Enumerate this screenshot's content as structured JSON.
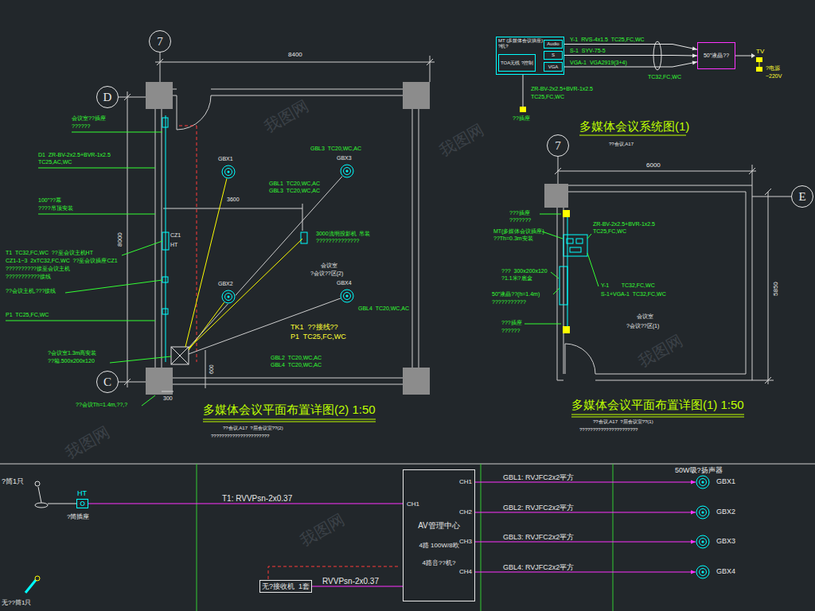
{
  "diagram": {
    "title": "多媒体会议平面布置详图(2) 1:50",
    "nodes": [
      {
        "text": [
          "7"
        ]
      },
      {
        "text": [
          "D"
        ]
      },
      {
        "text": [
          "C"
        ]
      },
      {
        "text": [
          "GBX1"
        ]
      },
      {
        "text": [
          "GBX3"
        ]
      },
      {
        "text": [
          "GBX2"
        ]
      },
      {
        "text": [
          "GBX4"
        ]
      },
      {
        "text": [
          "MT (多媒体会议插座)",
          "?机?"
        ]
      },
      {
        "text": [
          "Audio"
        ],
        "in": 7
      },
      {
        "text": [
          "S"
        ],
        "in": 7
      },
      {
        "text": [
          "VGA"
        ],
        "in": 7
      },
      {
        "text": [
          "TOA无线 ?控制"
        ],
        "in": 7
      },
      {
        "text": [
          "50\"液晶??"
        ]
      },
      {
        "text": [
          "7"
        ]
      },
      {
        "text": [
          "E"
        ]
      },
      {
        "text": [
          "HT"
        ]
      },
      {
        "text": [
          "CH1",
          "AV管理中心",
          "4路 100W/8欧",
          "4路音??机?",
          "CH1",
          "CH2",
          "CH3",
          "CH4"
        ]
      },
      {
        "text": [
          "无?接收机  1套"
        ]
      },
      {
        "text": [
          "GBX1"
        ]
      },
      {
        "text": [
          "GBX2"
        ]
      },
      {
        "text": [
          "GBX3"
        ]
      },
      {
        "text": [
          "GBX4"
        ]
      }
    ],
    "edges": [
      {
        "from": 8,
        "to": 12,
        "arrow": "to",
        "label": "Y-1  RVS-4x1.5  TC25,FC,WC"
      },
      {
        "from": 9,
        "to": 12,
        "arrow": "to",
        "label": "S-1  SYV-75-5"
      },
      {
        "from": 10,
        "to": 12,
        "arrow": "to",
        "label": "VGA-1  VGA2919(3+4)"
      },
      {
        "from": 15,
        "to": 16,
        "arrow": "none",
        "label": "T1: RVVPsn-2x0.37"
      },
      {
        "from": 17,
        "to": 16,
        "arrow": "none",
        "label": "RVVPsn-2x0.37"
      },
      {
        "from": 16,
        "to": 18,
        "arrow": "to",
        "label": "GBL1: RVJFC2x2平方"
      },
      {
        "from": 16,
        "to": 19,
        "arrow": "to",
        "label": "GBL2: RVJFC2x2平方"
      },
      {
        "from": 16,
        "to": 20,
        "arrow": "to",
        "label": "GBL3: RVJFC2x2平方"
      },
      {
        "from": 16,
        "to": 21,
        "arrow": "to",
        "label": "GBL4: RVJFC2x2平方"
      }
    ],
    "labels": [
      "8400",
      "会议室??插座",
      "??????",
      "D1  ZR-BV-2x2.5+BVR-1x2.5",
      "TC25,AC,WC",
      "100\"??幕",
      "????吊顶安装",
      "3600",
      "8000",
      "CZ1",
      "HT",
      "T1  TC32,FC,WC  ??至会议主机HT",
      "CZ1-1~3  2xTC32,FC,WC  ??至会议插座CZ1",
      "??????????接至会议主机",
      "???????????接线",
      "??会议主机,???接线",
      "P1  TC25,FC,WC",
      "?会议室1.3m高安装",
      "??箱.500x200x120",
      "??会议Th=1.4m,??,?",
      "300",
      "600",
      "GBL3  TC20,WC,AC",
      "GBL1  TC20,WC,AC",
      "GBL3  TC20,WC,AC",
      "3000流明投影机  吊装",
      "??????????????",
      "会议室",
      "?会议??区(2)",
      "GBL4  TC20,WC,AC",
      "TK1  ??接线??",
      "P1  TC25,FC,WC",
      "GBL2  TC20,WC,AC",
      "GBL4  TC20,WC,AC",
      "??会议,A17  ?层会议室??(2)",
      "??????????????????????",
      "TV",
      "?电源",
      "~220V",
      "TC32,FC,WC",
      "ZR-BV-2x2.5+BVR-1x2.5",
      "TC25,FC,WC",
      "??插座",
      "多媒体会议系统图(1)",
      "??会议,A17",
      "6000",
      "5850",
      "???插座",
      "???????",
      "MT(多媒体会议插座)",
      "??Th=0.3m安装",
      "ZR-BV-2x2.5+BVR-1x2.5",
      "TC25,FC,WC",
      "???  300x200x120",
      "?1.1米?底盒",
      "50\"液晶??(h=1.4m)",
      "???????????",
      "???插座",
      "??????",
      "Y-1        TC32,FC,WC",
      "S-1+VGA-1  TC32,FC,WC",
      "会议室",
      "?会议??区(1)",
      "多媒体会议平面布置详图(1) 1:50",
      "??会议,A17  ?层会议室??(1)",
      "??????????????????????",
      "?筒1只",
      "?简插座",
      "无??筒1只",
      "50W吸?扬声器",
      "我图网",
      "我图网",
      "我图网",
      "我图网",
      "我图网"
    ]
  }
}
